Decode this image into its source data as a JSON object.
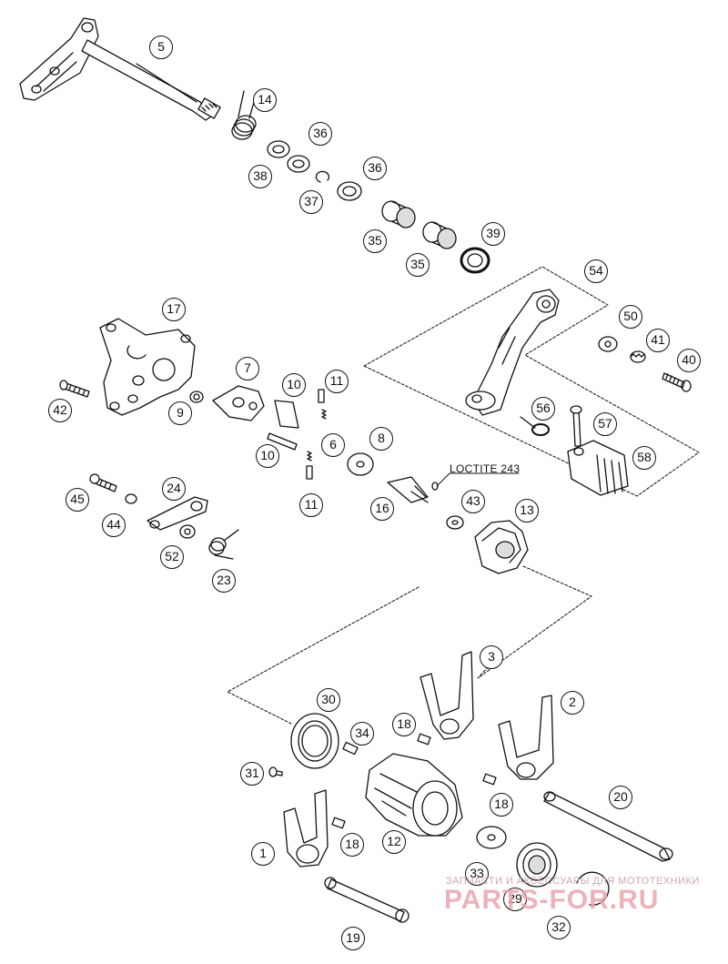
{
  "callouts": [
    {
      "id": "c5",
      "text": "5"
    },
    {
      "id": "c14",
      "text": "14"
    },
    {
      "id": "c36a",
      "text": "36"
    },
    {
      "id": "c38",
      "text": "38"
    },
    {
      "id": "c36b",
      "text": "36"
    },
    {
      "id": "c37",
      "text": "37"
    },
    {
      "id": "c35a",
      "text": "35"
    },
    {
      "id": "c35b",
      "text": "35"
    },
    {
      "id": "c39",
      "text": "39"
    },
    {
      "id": "c54",
      "text": "54"
    },
    {
      "id": "c50",
      "text": "50"
    },
    {
      "id": "c41",
      "text": "41"
    },
    {
      "id": "c40",
      "text": "40"
    },
    {
      "id": "c56",
      "text": "56"
    },
    {
      "id": "c57",
      "text": "57"
    },
    {
      "id": "c58",
      "text": "58"
    },
    {
      "id": "c17",
      "text": "17"
    },
    {
      "id": "c42",
      "text": "42"
    },
    {
      "id": "c9",
      "text": "9"
    },
    {
      "id": "c7",
      "text": "7"
    },
    {
      "id": "c10a",
      "text": "10"
    },
    {
      "id": "c11a",
      "text": "11"
    },
    {
      "id": "c6",
      "text": "6"
    },
    {
      "id": "c10b",
      "text": "10"
    },
    {
      "id": "c11b",
      "text": "11"
    },
    {
      "id": "c8",
      "text": "8"
    },
    {
      "id": "c16",
      "text": "16"
    },
    {
      "id": "c43",
      "text": "43"
    },
    {
      "id": "c13",
      "text": "13"
    },
    {
      "id": "c45",
      "text": "45"
    },
    {
      "id": "c24",
      "text": "24"
    },
    {
      "id": "c44",
      "text": "44"
    },
    {
      "id": "c52",
      "text": "52"
    },
    {
      "id": "c23",
      "text": "23"
    },
    {
      "id": "c3",
      "text": "3"
    },
    {
      "id": "c30",
      "text": "30"
    },
    {
      "id": "c34",
      "text": "34"
    },
    {
      "id": "c18a",
      "text": "18"
    },
    {
      "id": "c2",
      "text": "2"
    },
    {
      "id": "c31",
      "text": "31"
    },
    {
      "id": "c20",
      "text": "20"
    },
    {
      "id": "c18b",
      "text": "18"
    },
    {
      "id": "c1",
      "text": "1"
    },
    {
      "id": "c18c",
      "text": "18"
    },
    {
      "id": "c12",
      "text": "12"
    },
    {
      "id": "c33",
      "text": "33"
    },
    {
      "id": "c29",
      "text": "29"
    },
    {
      "id": "c19",
      "text": "19"
    },
    {
      "id": "c32",
      "text": "32"
    }
  ],
  "note": "LOCTITE 243",
  "watermark": {
    "caption": "ЗАПЧАСТИ И АКСЕССУАРЫ ДЛЯ МОТОТЕХНИКИ",
    "brand": "PARTS-FOR.RU"
  },
  "colors": {
    "line": "#111111",
    "watermark": "#e9a6ac",
    "background": "#ffffff"
  }
}
